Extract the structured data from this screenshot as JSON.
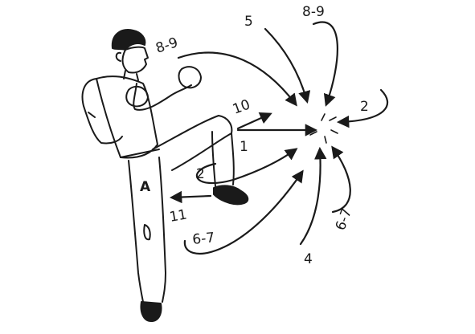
{
  "figure": {
    "mark": "A",
    "ink_color": "#1a1a1a",
    "background": "#ffffff"
  },
  "labels": {
    "top_left": "8-9",
    "top_center": "5",
    "top_right": "8-9",
    "right_upper": "2",
    "center_upper": "10",
    "center": "1",
    "leg": "2",
    "behind_leg": "11",
    "lower_left": "6-7",
    "bottom": "4",
    "lower_right": "6-7"
  }
}
